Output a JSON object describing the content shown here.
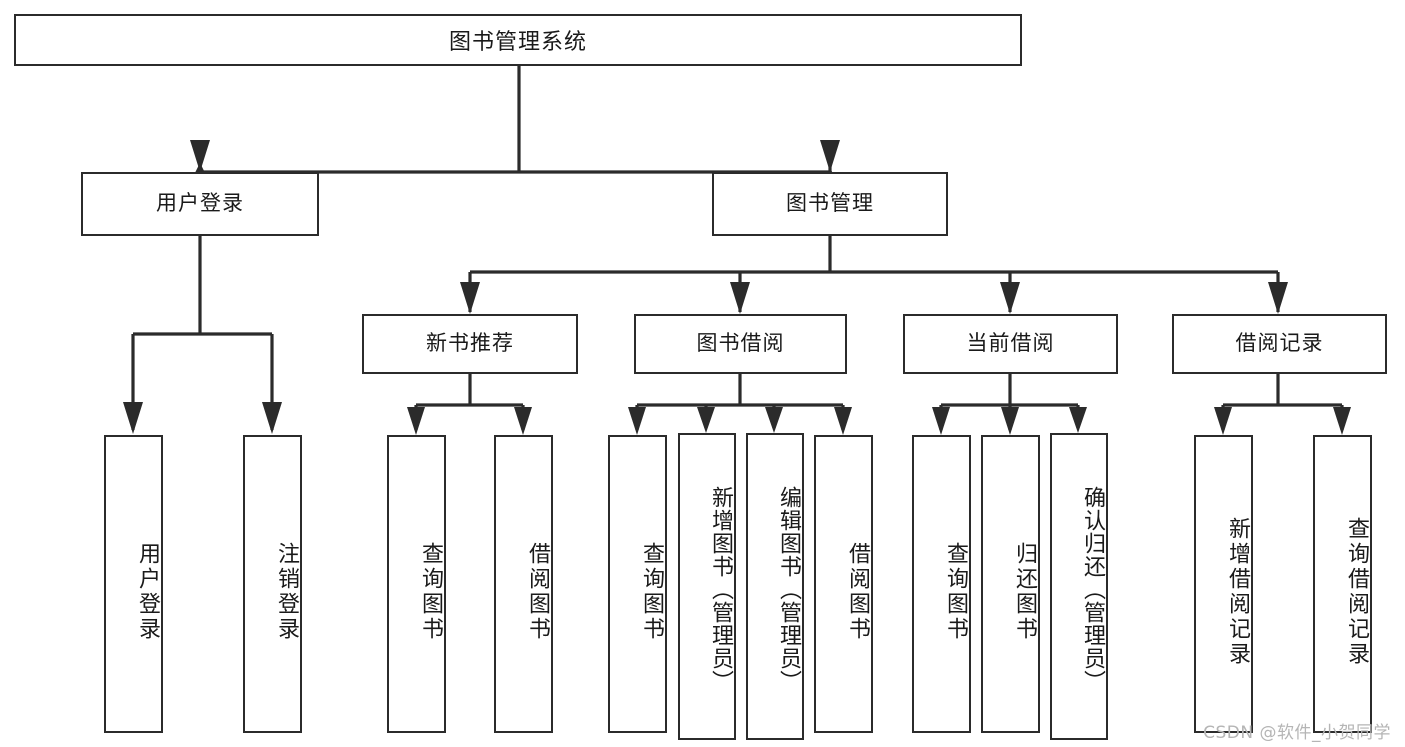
{
  "diagram": {
    "title": "图书管理系统",
    "type": "tree",
    "orientation": "top-down",
    "background_color": "#ffffff",
    "line_color": "#2b2b2b",
    "box_border_color": "#2b2b2b",
    "box_fill_color": "#ffffff",
    "text_color": "#1a1a1a"
  },
  "nodes": {
    "root": {
      "label": "图书管理系统",
      "level": 0
    },
    "level1": [
      {
        "id": "user-login",
        "label": "用户登录"
      },
      {
        "id": "book-manage",
        "label": "图书管理"
      }
    ],
    "level2": [
      {
        "id": "new-book-recommend",
        "label": "新书推荐",
        "parent": "book-manage"
      },
      {
        "id": "book-borrow",
        "label": "图书借阅",
        "parent": "book-manage"
      },
      {
        "id": "current-borrow",
        "label": "当前借阅",
        "parent": "book-manage"
      },
      {
        "id": "borrow-record",
        "label": "借阅记录",
        "parent": "book-manage"
      }
    ],
    "leaves": {
      "user-login": [
        {
          "id": "leaf-user-login",
          "label": "用户登录"
        },
        {
          "id": "leaf-logout",
          "label": "注销登录"
        }
      ],
      "new-book-recommend": [
        {
          "id": "leaf-query-book-1",
          "label": "查询图书"
        },
        {
          "id": "leaf-borrow-book-1",
          "label": "借阅图书"
        }
      ],
      "book-borrow": [
        {
          "id": "leaf-query-book-2",
          "label": "查询图书"
        },
        {
          "id": "leaf-add-book",
          "label": "新增图书（管理员）"
        },
        {
          "id": "leaf-edit-book",
          "label": "编辑图书（管理员）"
        },
        {
          "id": "leaf-borrow-book-2",
          "label": "借阅图书"
        }
      ],
      "current-borrow": [
        {
          "id": "leaf-query-book-3",
          "label": "查询图书"
        },
        {
          "id": "leaf-return-book",
          "label": "归还图书"
        },
        {
          "id": "leaf-confirm-return",
          "label": "确认归还（管理员）"
        }
      ],
      "borrow-record": [
        {
          "id": "leaf-add-record",
          "label": "新增借阅记录"
        },
        {
          "id": "leaf-query-record",
          "label": "查询借阅记录"
        }
      ]
    }
  },
  "watermark": {
    "text": "CSDN @软件_小贺同学"
  }
}
